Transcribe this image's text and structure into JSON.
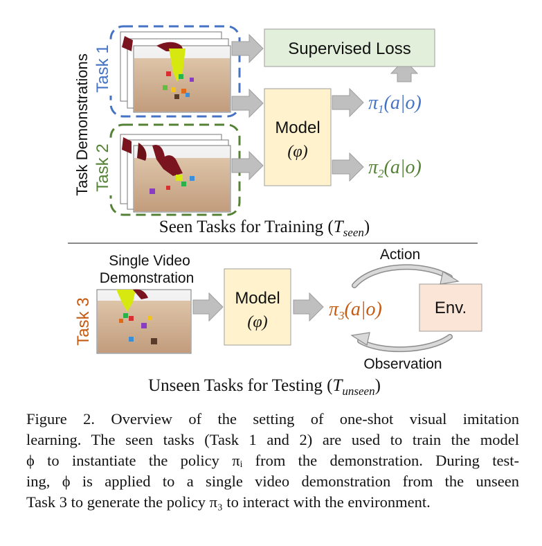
{
  "side_label": "Task Demonstrations",
  "tasks": {
    "task1": {
      "label": "Task 1",
      "color": "#4472c4"
    },
    "task2": {
      "label": "Task 2",
      "color": "#548235"
    },
    "task3": {
      "label": "Task 3",
      "color": "#c55a11"
    }
  },
  "supervised_loss": "Supervised Loss",
  "model": {
    "label": "Model",
    "param": "(φ)"
  },
  "policies": {
    "p1": {
      "sym": "π",
      "sub": "1",
      "args": "(a|o)"
    },
    "p2": {
      "sym": "π",
      "sub": "2",
      "args": "(a|o)"
    },
    "p3": {
      "sym": "π",
      "sub": "3",
      "args": "(a|o)"
    }
  },
  "seen": {
    "text": "Seen Tasks for Training (",
    "sym": "T",
    "sub": "seen",
    "close": ")"
  },
  "unseen": {
    "text": "Unseen Tasks for Testing (",
    "sym": "T",
    "sub": "unseen",
    "close": ")"
  },
  "single_video": {
    "line1": "Single Video",
    "line2": "Demonstration"
  },
  "env": "Env.",
  "action": "Action",
  "observation": "Observation",
  "colors": {
    "loss_fill": "#e2efda",
    "model_fill": "#fff2cc",
    "env_fill": "#fbe5d6",
    "arrow_fill": "#bfbfbf",
    "box_stroke": "#9e9e9e"
  },
  "caption": {
    "line1": "Figure 2. Overview of the setting of one-shot visual imitation",
    "line2": "learning. The seen tasks (Task 1 and 2) are used to train the model",
    "line3": "ϕ to instantiate the policy πᵢ from the demonstration. During test-",
    "line4": "ing, ϕ is applied to a single video demonstration from the unseen",
    "line5": "Task 3 to generate the policy π₃ to interact with the environment."
  }
}
